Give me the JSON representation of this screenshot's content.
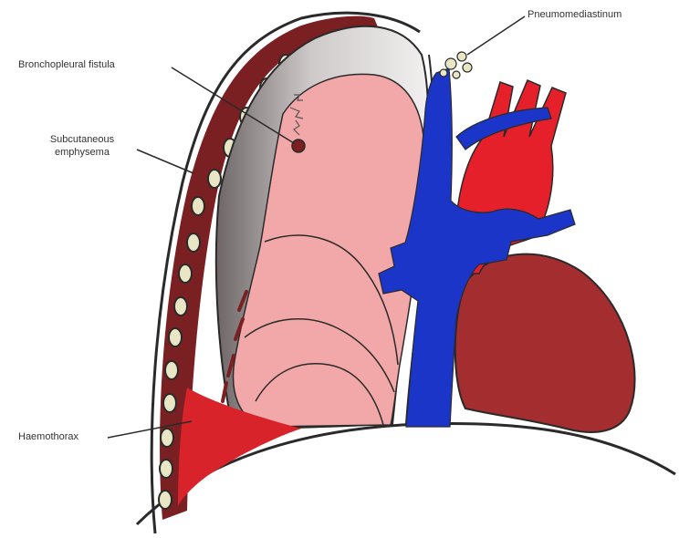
{
  "labels": {
    "pneumomediastinum": "Pneumomediastinum",
    "bronchopleural_fistula": "Bronchopleural fistula",
    "subcutaneous_line1": "Subcutaneous",
    "subcutaneous_line2": "emphysema",
    "haemothorax": "Haemothorax"
  },
  "colors": {
    "outline": "#2a2a2a",
    "chest_wall": "#7a1f22",
    "pleural_space": "#d9d6d6",
    "lung": "#f2a7a9",
    "lung_dark": "#e88f92",
    "blood": "#d8232a",
    "vein": "#1b35c8",
    "artery": "#e5202a",
    "heart": "#a32d2f",
    "air_bubble": "#e8e6c4"
  },
  "icons": {
    "air_bubbles": "bubble-cluster-icon"
  }
}
